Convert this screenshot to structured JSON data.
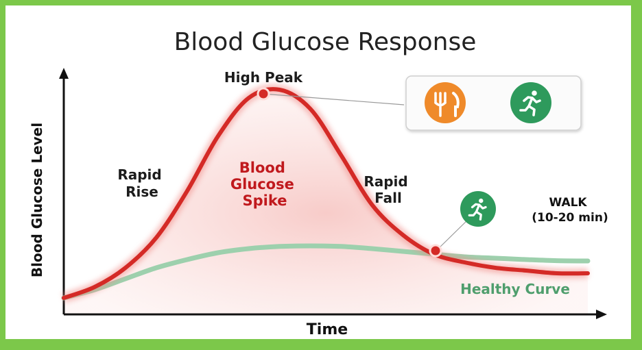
{
  "chart_data": {
    "type": "line",
    "title": "Blood Glucose Response",
    "xlabel": "Time",
    "ylabel": "Blood Glucose Level",
    "grid": false,
    "series": [
      {
        "key": "spike",
        "color": "#d42a26",
        "points": [
          [
            0,
            6
          ],
          [
            0.5,
            10
          ],
          [
            1,
            17
          ],
          [
            1.5,
            28
          ],
          [
            2,
            45
          ],
          [
            2.5,
            65
          ],
          [
            3,
            79
          ],
          [
            3.5,
            82
          ],
          [
            4,
            75
          ],
          [
            4.5,
            58
          ],
          [
            5,
            40
          ],
          [
            5.5,
            29
          ],
          [
            6,
            22
          ],
          [
            6.5,
            19
          ],
          [
            7,
            17
          ],
          [
            7.5,
            16
          ],
          [
            8,
            15
          ],
          [
            8.5,
            15
          ]
        ]
      },
      {
        "key": "healthy",
        "color": "#9dd0ad",
        "points": [
          [
            0,
            6
          ],
          [
            0.5,
            9
          ],
          [
            1,
            13
          ],
          [
            1.5,
            17
          ],
          [
            2,
            20
          ],
          [
            2.5,
            22.5
          ],
          [
            3,
            24
          ],
          [
            3.5,
            24.8
          ],
          [
            4,
            25
          ],
          [
            4.5,
            24.8
          ],
          [
            5,
            24
          ],
          [
            5.5,
            23
          ],
          [
            6,
            22
          ],
          [
            6.5,
            21
          ],
          [
            7,
            20.5
          ],
          [
            7.5,
            20
          ],
          [
            8,
            19.6
          ],
          [
            8.5,
            19.5
          ]
        ]
      }
    ],
    "annotations": {
      "high_peak": "High Peak",
      "rapid_rise": [
        "Rapid",
        "Rise"
      ],
      "spike_label": [
        "Blood",
        "Glucose",
        "Spike"
      ],
      "rapid_fall": [
        "Rapid",
        "Fall"
      ],
      "walk": [
        "WALK",
        "(10-20 min)"
      ],
      "healthy_curve": "Healthy Curve"
    },
    "icons": {
      "meal": "fork-knife-icon",
      "walk": "running-person-icon"
    },
    "colors": {
      "border": "#7cc84a",
      "meal_icon": "#ef8a2a",
      "walk_icon": "#2e9a5c"
    }
  }
}
